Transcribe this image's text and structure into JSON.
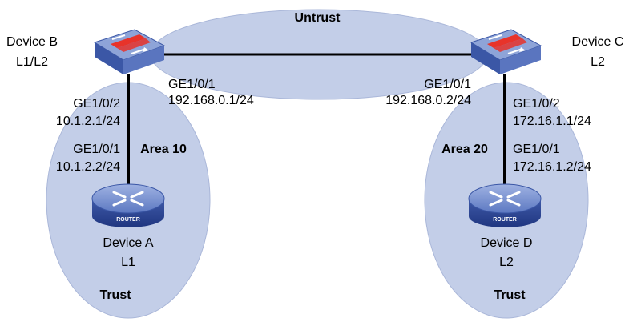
{
  "zones": {
    "untrust": "Untrust",
    "trust_left": "Trust",
    "trust_right": "Trust",
    "area_left": "Area 10",
    "area_right": "Area 20"
  },
  "devices": {
    "b": {
      "name": "Device B",
      "level": "L1/L2",
      "type": "firewall-switch"
    },
    "c": {
      "name": "Device C",
      "level": "L2",
      "type": "firewall-switch"
    },
    "a": {
      "name": "Device A",
      "level": "L1",
      "type": "router",
      "badge": "ROUTER"
    },
    "d": {
      "name": "Device D",
      "level": "L2",
      "type": "router",
      "badge": "ROUTER"
    }
  },
  "interfaces": {
    "b_top": {
      "port": "GE1/0/1",
      "ip": "192.168.0.1/24"
    },
    "c_top": {
      "port": "GE1/0/1",
      "ip": "192.168.0.2/24"
    },
    "b_down": {
      "port": "GE1/0/2",
      "ip": "10.1.2.1/24"
    },
    "a_up": {
      "port": "GE1/0/1",
      "ip": "10.1.2.2/24"
    },
    "c_down": {
      "port": "GE1/0/2",
      "ip": "172.16.1.1/24"
    },
    "d_up": {
      "port": "GE1/0/1",
      "ip": "172.16.1.2/24"
    }
  },
  "colors": {
    "zone_fill": "#c3cee8",
    "zone_stroke": "#aab7d9",
    "device_top": "#8ea4d8",
    "device_side": "#3b57a6",
    "device_front": "#5a75bf",
    "firewall_red": "#e8332a",
    "link": "#000000"
  }
}
